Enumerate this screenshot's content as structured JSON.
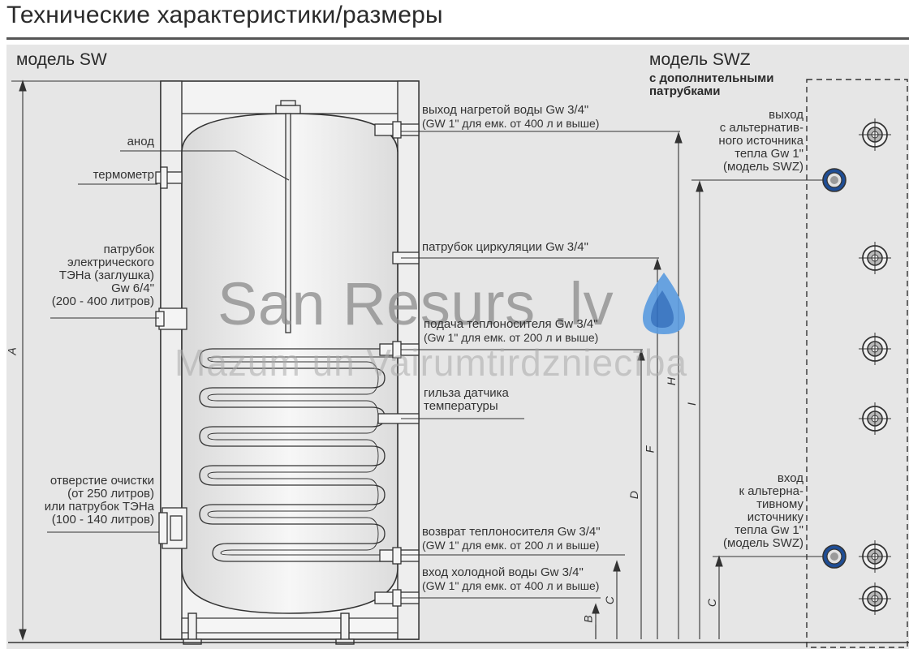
{
  "header": {
    "title": "Технические характеристики/размеры"
  },
  "models": {
    "sw": "модель SW",
    "swz": "модель SWZ",
    "swz_sub_1": "с дополнительными",
    "swz_sub_2": "патрубками"
  },
  "labels": {
    "anode": "анод",
    "thermometer": "термометр",
    "electric_1": "патрубок",
    "electric_2": "электрического",
    "electric_3": "ТЭНа (заглушка)",
    "electric_4": "Gw 6/4\"",
    "electric_5": "(200 - 400 литров)",
    "cleaning_1": "отверстие очистки",
    "cleaning_2": "(от 250 литров)",
    "cleaning_3": "или патрубок ТЭНа",
    "cleaning_4": "(100 - 140 литров)",
    "hot_out_1": "выход нагретой воды Gw 3/4\"",
    "hot_out_2": "(GW 1\" для емк. от 400 л и выше)",
    "circulation": "патрубок циркуляции Gw 3/4\"",
    "supply_1": "подача теплоносителя Gw 3/4\"",
    "supply_2": "(Gw 1\" для емк. от 200 л и выше)",
    "sensor_1": "гильза датчика",
    "sensor_2": "температуры",
    "return_1": "возврат теплоносителя Gw 3/4\"",
    "return_2": "(GW 1\" для емк. от 200 л и выше)",
    "cold_in_1": "вход холодной воды Gw 3/4\"",
    "cold_in_2": "(GW 1\" для емк. от 400 л и выше)",
    "alt_out_1": "выход",
    "alt_out_2": "с альтернатив-",
    "alt_out_3": "ного источника",
    "alt_out_4": "тепла Gw 1\"",
    "alt_out_5": "(модель SWZ)",
    "alt_in_1": "вход",
    "alt_in_2": "к альтерна-",
    "alt_in_3": "тивному",
    "alt_in_4": "источнику",
    "alt_in_5": "тепла Gw 1\"",
    "alt_in_6": "(модель SWZ)"
  },
  "dimensions": {
    "A": "A",
    "B": "B",
    "C": "C",
    "D": "D",
    "F": "F",
    "H": "H",
    "I": "I",
    "C2": "C"
  },
  "watermark": {
    "main": "San Resurs .lv",
    "sub": "Mazum un Vairumtirdzniecība"
  },
  "colors": {
    "accent_blue": "#1f4e96",
    "drop_blue": "#5a9be0",
    "line": "#333333",
    "panel": "#e6e6e6"
  }
}
